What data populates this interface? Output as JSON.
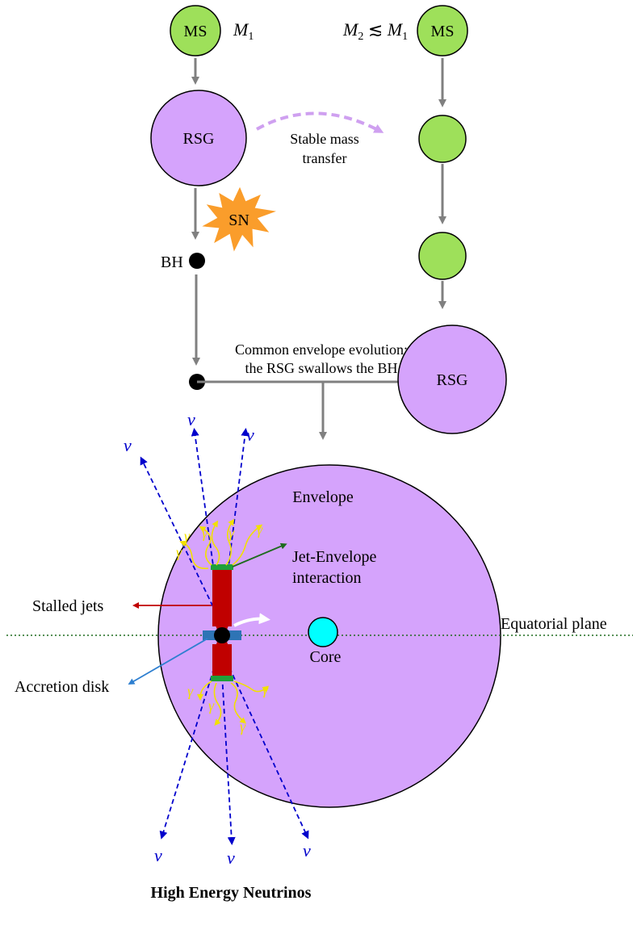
{
  "colors": {
    "main_sequence": "#9ee05a",
    "rsg": "#d5a3fc",
    "supernova": "#fa9d2b",
    "jet": "#c00000",
    "jet_cap": "#1fa03a",
    "disk": "#2e74b5",
    "core": "#00ffff",
    "neutrino": "#0000cc",
    "gamma": "#f2e000",
    "arrow_gray": "#808080",
    "transfer_arrow": "#cfa0f0"
  },
  "labels": {
    "ms_left": "MS",
    "m1": "M",
    "m1_sub": "1",
    "m2_relation_m": "M",
    "m2_sub": "2",
    "m2_relation_sym": " ≲ ",
    "m2_relation_m1": "M",
    "m2_relation_m1_sub": "1",
    "ms_right": "MS",
    "rsg_left": "RSG",
    "rsg_right": "RSG",
    "stable_transfer_line1": "Stable mass",
    "stable_transfer_line2": "transfer",
    "sn": "SN",
    "bh": "BH",
    "common_envelope_line1": "Common envelope evolution:",
    "common_envelope_line2": "the RSG swallows the BH",
    "envelope": "Envelope",
    "jet_envelope_line1": "Jet-Envelope",
    "jet_envelope_line2": "interaction",
    "stalled_jets": "Stalled jets",
    "equatorial_plane": "Equatorial plane",
    "core": "Core",
    "accretion_disk": "Accretion disk",
    "neutrino_symbol": "ν",
    "gamma_symbol": "γ",
    "title_bottom": "High Energy Neutrinos"
  }
}
